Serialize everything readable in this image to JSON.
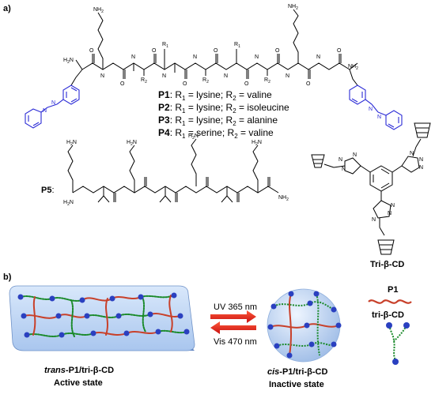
{
  "panel_a": {
    "label": "a)",
    "peptide_rows": [
      {
        "code": "P1",
        "r1_sym": "R",
        "r1_sub": "1",
        "r1_val": " = lysine; ",
        "r2_sym": "R",
        "r2_sub": "2",
        "r2_val": " = valine"
      },
      {
        "code": "P2",
        "r1_sym": "R",
        "r1_sub": "1",
        "r1_val": " = lysine; ",
        "r2_sym": "R",
        "r2_sub": "2",
        "r2_val": " = isoleucine"
      },
      {
        "code": "P3",
        "r1_sym": "R",
        "r1_sub": "1",
        "r1_val": " = lysine; ",
        "r2_sym": "R",
        "r2_sub": "2",
        "r2_val": " =  alanine"
      },
      {
        "code": "P4",
        "r1_sym": "R",
        "r1_sub": "1",
        "r1_val": " = serine; ",
        "r2_sym": "R",
        "r2_sub": "2",
        "r2_val": " = valine"
      }
    ],
    "p5_label": "P5",
    "p5_colon": ":",
    "tri_label": "Tri-β-CD",
    "atoms": {
      "nh2": "NH",
      "two": "2",
      "h2n": "H",
      "h2n_two": "2",
      "h2n_n": "N",
      "h": "H",
      "n": "N",
      "o": "O",
      "r1": "R",
      "r2": "R",
      "one": "1",
      "n_eq": "N"
    }
  },
  "panel_b": {
    "label": "b)",
    "uv": "UV 365 nm",
    "vis": "Vis 470 nm",
    "trans_prefix": "trans",
    "trans_rest": "-P1/tri-β-CD",
    "trans_state": "Active state",
    "cis_prefix": "cis",
    "cis_rest": "-P1/tri-β-CD",
    "cis_state": "Inactive state",
    "legend_p1": "P1",
    "legend_cd": "tri-β-CD"
  },
  "colors": {
    "azobenzene": "#2b2bd6",
    "arrow_red": "#e02020",
    "gel_blue": "#a8c8f0",
    "chain_green": "#1a8a2a",
    "peptide_red": "#c8402a",
    "bead_blue": "#2a40c0"
  }
}
